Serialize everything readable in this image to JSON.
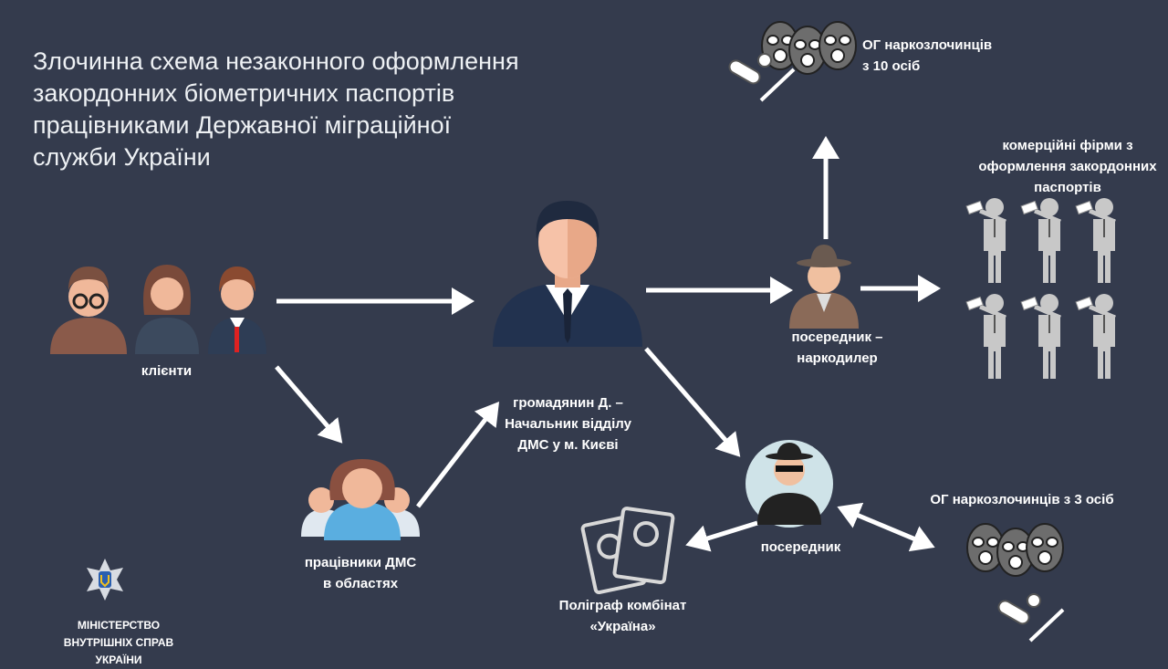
{
  "title": [
    "Злочинна схема незаконного оформлення",
    "закордонних біометричних паспортів",
    "працівниками Державної міграційної",
    "служби України"
  ],
  "nodes": {
    "clients": "клієнти",
    "workers": [
      "працівники ДМС",
      "в областях"
    ],
    "boss": [
      "громадянин Д. –",
      "Начальник відділу",
      "ДМС у м. Києві"
    ],
    "dealer": [
      "посередник –",
      "наркодилер"
    ],
    "og10": [
      "ОГ наркозлочинців",
      "з 10 осіб"
    ],
    "firms": [
      "комерційні фірми з",
      "оформлення закордонних",
      "паспортів"
    ],
    "intermediary": "посередник",
    "og3": "ОГ наркозлочинців з 3 осіб",
    "printing": [
      "Поліграф комбінат",
      "«Україна»"
    ]
  },
  "logo": [
    "МІНІСТЕРСТВО",
    "ВНУТРІШНІХ СПРАВ УКРАЇНИ"
  ],
  "colors": {
    "background": "#343b4d",
    "arrow": "#ffffff",
    "figure_gray": "#c8c8c8"
  }
}
